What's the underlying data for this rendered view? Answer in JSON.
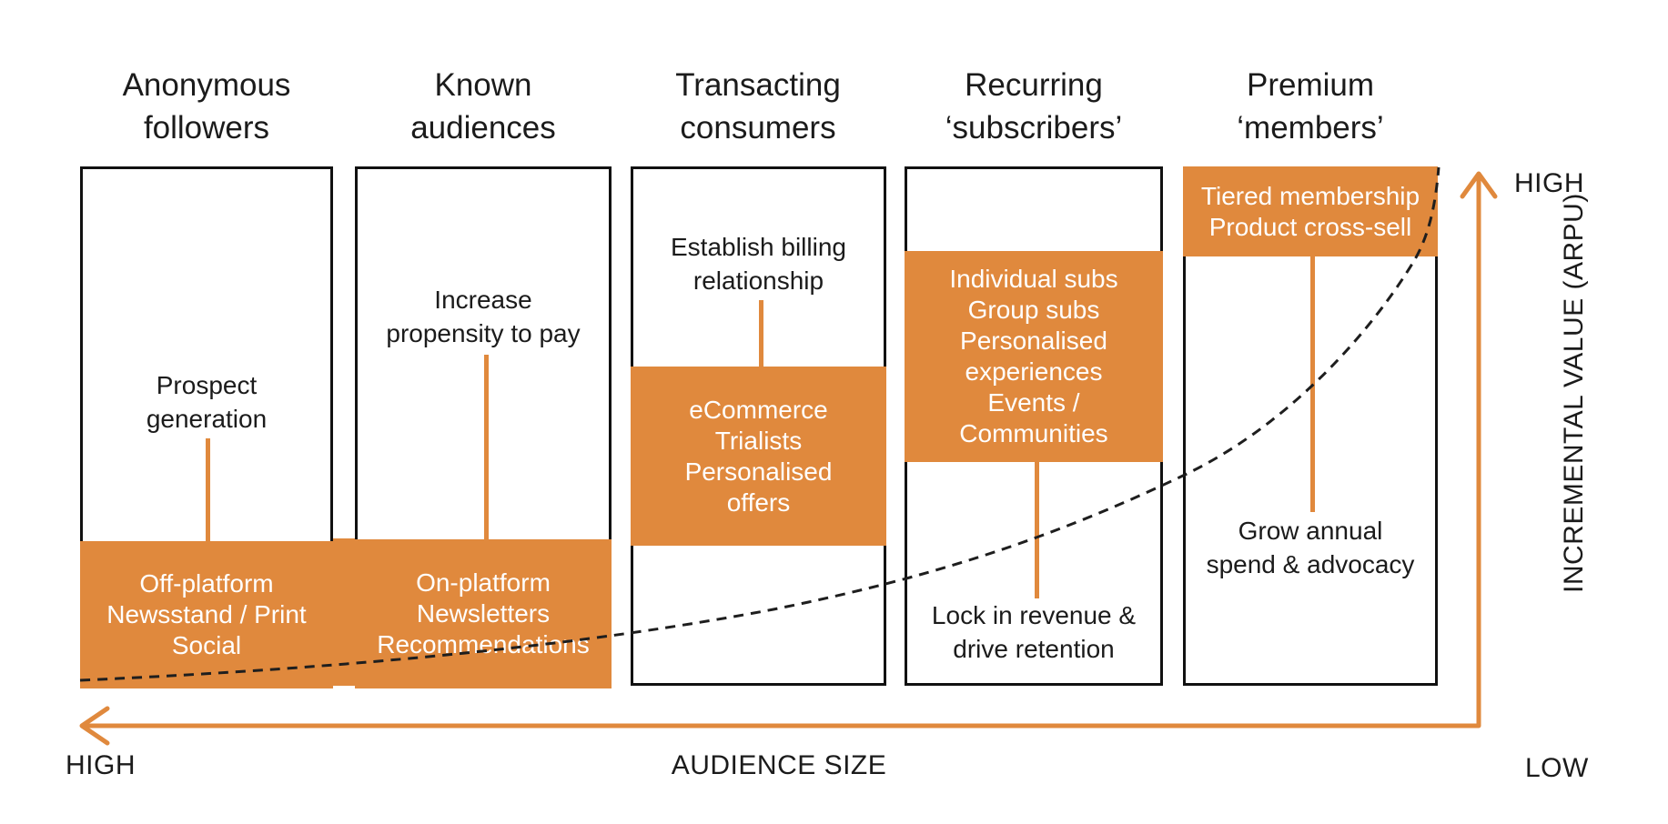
{
  "colors": {
    "accent_orange": "#E0893D",
    "ink": "#1B1B1B",
    "highlight_text": "#FFFFFF",
    "curve": "#1E1E1E"
  },
  "stages": [
    {
      "header": "Anonymous\nfollowers",
      "objective": "Prospect\ngeneration",
      "tactics": "Off-platform\nNewsstand / Print\nSocial"
    },
    {
      "header": "Known\naudiences",
      "objective": "Increase\npropensity to pay",
      "tactics": "On-platform\nNewsletters\nRecommendations"
    },
    {
      "header": "Transacting\nconsumers",
      "objective": "Establish billing\nrelationship",
      "tactics": "eCommerce\nTrialists\nPersonalised\noffers"
    },
    {
      "header": "Recurring\n‘subscribers’",
      "objective": "Lock in revenue &\ndrive retention",
      "tactics": "Individual subs\nGroup subs\nPersonalised\nexperiences\nEvents /\nCommunities"
    },
    {
      "header": "Premium\n‘members’",
      "objective": "Grow annual\nspend & advocacy",
      "tactics": "Tiered membership\nProduct cross-sell"
    }
  ],
  "x_axis": {
    "label": "AUDIENCE SIZE",
    "left_label": "HIGH",
    "right_label": "LOW"
  },
  "y_axis": {
    "label": "INCREMENTAL VALUE (ARPU)",
    "top_label": "HIGH"
  }
}
